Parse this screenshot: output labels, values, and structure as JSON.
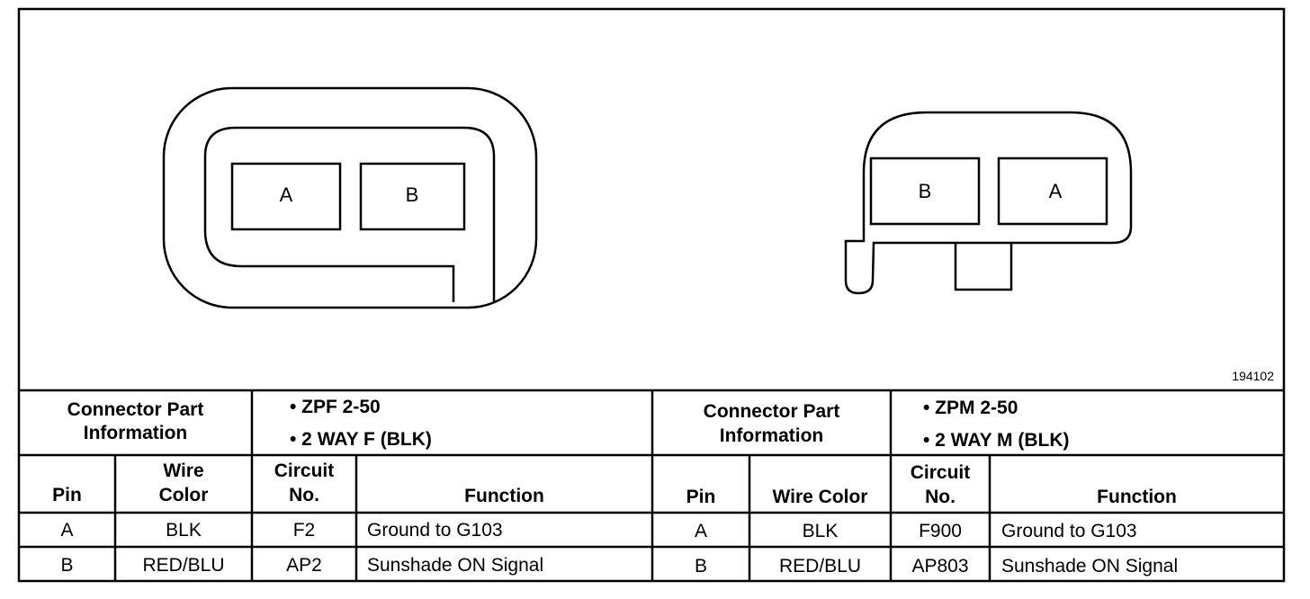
{
  "figure_id": "194102",
  "connector_left": {
    "cavity_labels": [
      "A",
      "B"
    ]
  },
  "connector_right": {
    "cavity_labels": [
      "B",
      "A"
    ]
  },
  "left_table": {
    "part_info_label_line1": "Connector Part",
    "part_info_label_line2": "Information",
    "bullet_1": "• ZPF 2-50",
    "bullet_2": "• 2 WAY F (BLK)",
    "headers": {
      "pin": "Pin",
      "wire_color_line1": "Wire",
      "wire_color_line2": "Color",
      "circuit_line1": "Circuit",
      "circuit_line2": "No.",
      "function": "Function"
    },
    "rows": [
      {
        "pin": "A",
        "wire_color": "BLK",
        "circuit": "F2",
        "function": "Ground to G103"
      },
      {
        "pin": "B",
        "wire_color": "RED/BLU",
        "circuit": "AP2",
        "function": "Sunshade ON Signal"
      }
    ]
  },
  "right_table": {
    "part_info_label_line1": "Connector Part",
    "part_info_label_line2": "Information",
    "bullet_1": "• ZPM 2-50",
    "bullet_2": "• 2 WAY M (BLK)",
    "headers": {
      "pin": "Pin",
      "wire_color": "Wire Color",
      "circuit_line1": "Circuit",
      "circuit_line2": "No.",
      "function": "Function"
    },
    "rows": [
      {
        "pin": "A",
        "wire_color": "BLK",
        "circuit": "F900",
        "function": "Ground to G103"
      },
      {
        "pin": "B",
        "wire_color": "RED/BLU",
        "circuit": "AP803",
        "function": "Sunshade ON Signal"
      }
    ]
  }
}
